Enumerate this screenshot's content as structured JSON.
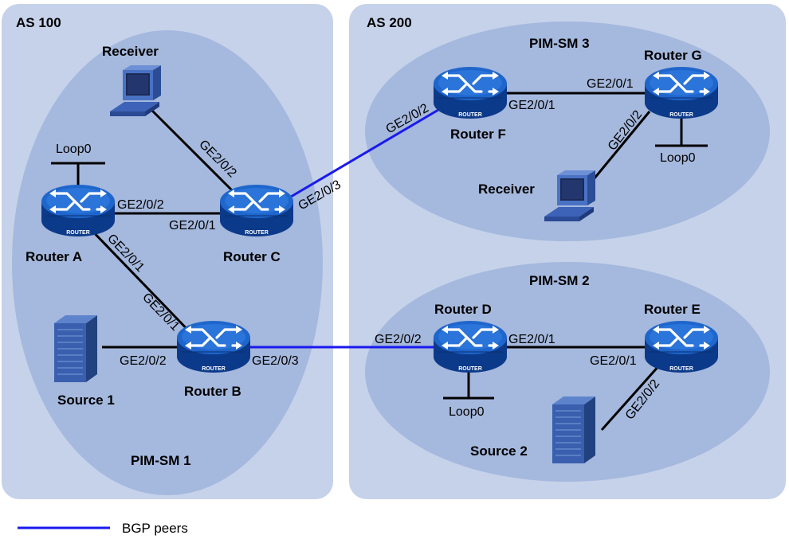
{
  "colors": {
    "as_panel": "#c6d2ea",
    "pim_domain": "#a5b8dd",
    "link": "#000000",
    "bgp_link": "#1a1aee",
    "router_body": "#1558c0",
    "router_base": "#0c3a8a"
  },
  "as": [
    {
      "label": "AS 100"
    },
    {
      "label": "AS 200"
    }
  ],
  "pim_domains": {
    "pim1": "PIM-SM 1",
    "pim2": "PIM-SM 2",
    "pim3": "PIM-SM 3"
  },
  "devices": {
    "router_a": "Router A",
    "router_b": "Router B",
    "router_c": "Router C",
    "router_d": "Router D",
    "router_e": "Router E",
    "router_f": "Router F",
    "router_g": "Router G",
    "receiver_1": "Receiver",
    "receiver_2": "Receiver",
    "source_1": "Source 1",
    "source_2": "Source 2",
    "router_badge": "ROUTER"
  },
  "loopbacks": {
    "router_a": "Loop0",
    "router_d": "Loop0",
    "router_g": "Loop0"
  },
  "interfaces": {
    "a_to_c": "GE2/0/2",
    "c_from_a": "GE2/0/1",
    "a_to_b": "GE2/0/1",
    "b_from_a": "GE2/0/1",
    "c_to_receiver": "GE2/0/2",
    "c_to_f": "GE2/0/3",
    "b_to_source": "GE2/0/2",
    "b_to_d": "GE2/0/3",
    "f_to_c": "GE2/0/2",
    "f_to_g": "GE2/0/1",
    "g_from_f": "GE2/0/1",
    "g_to_receiver": "GE2/0/2",
    "d_from_b": "GE2/0/2",
    "d_to_e": "GE2/0/1",
    "e_from_d": "GE2/0/1",
    "e_to_source": "GE2/0/2"
  },
  "legend": {
    "bgp_peers": "BGP peers"
  }
}
